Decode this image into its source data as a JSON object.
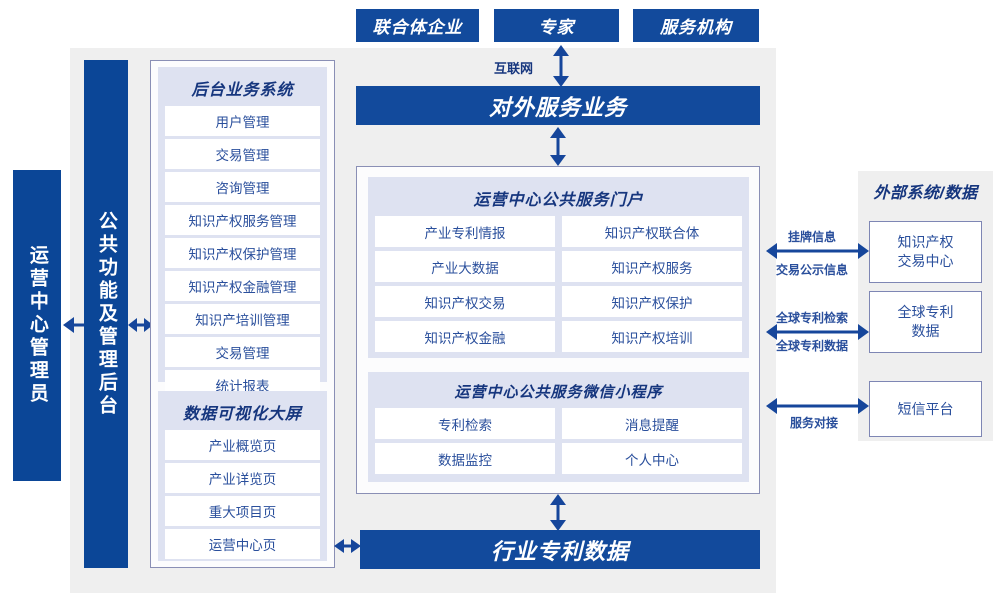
{
  "theme": {
    "brand_blue": "#124a9c",
    "deep_blue": "#0b4697",
    "panel_lavender": "#dee2f1",
    "stage_gray": "#efefef",
    "text_blue": "#2a4f9c",
    "title_blue": "#16367e"
  },
  "top_actors": [
    {
      "label": "联合体企业"
    },
    {
      "label": "专家"
    },
    {
      "label": "服务机构"
    }
  ],
  "network": {
    "label": "互联网"
  },
  "external_service_bar": {
    "label": "对外服务业务"
  },
  "left_rails": [
    {
      "label": "运营中心管理员"
    },
    {
      "label": "公共功能及管理后台"
    }
  ],
  "backoffice": {
    "title": "后台业务系统",
    "items": [
      {
        "label": "用户管理"
      },
      {
        "label": "交易管理"
      },
      {
        "label": "咨询管理"
      },
      {
        "label": "知识产权服务管理"
      },
      {
        "label": "知识产权保护管理"
      },
      {
        "label": "知识产权金融管理"
      },
      {
        "label": "知识产培训管理"
      },
      {
        "label": "交易管理"
      },
      {
        "label": "统计报表"
      }
    ]
  },
  "dataviz": {
    "title": "数据可视化大屏",
    "items": [
      {
        "label": "产业概览页"
      },
      {
        "label": "产业详览页"
      },
      {
        "label": "重大项目页"
      },
      {
        "label": "运营中心页"
      }
    ]
  },
  "portal": {
    "title": "运营中心公共服务门户",
    "items": [
      {
        "label": "产业专利情报"
      },
      {
        "label": "知识产权联合体"
      },
      {
        "label": "产业大数据"
      },
      {
        "label": "知识产权服务"
      },
      {
        "label": "知识产权交易"
      },
      {
        "label": "知识产权保护"
      },
      {
        "label": "知识产权金融"
      },
      {
        "label": "知识产权培训"
      }
    ]
  },
  "miniprogram": {
    "title": "运营中心公共服务微信小程序",
    "items": [
      {
        "label": "专利检索"
      },
      {
        "label": "消息提醒"
      },
      {
        "label": "数据监控"
      },
      {
        "label": "个人中心"
      }
    ]
  },
  "bottom_bar": {
    "label": "行业专利数据"
  },
  "external": {
    "title": "外部系统/数据",
    "boxes": [
      {
        "label": "知识产权\n交易中心"
      },
      {
        "label": "全球专利\n数据"
      },
      {
        "label": "短信平台"
      }
    ],
    "connector_labels": [
      {
        "above": "挂牌信息",
        "below": "交易公示信息"
      },
      {
        "above": "全球专利检索",
        "below": "全球专利数据"
      },
      {
        "above": "",
        "below": "服务对接"
      }
    ]
  }
}
